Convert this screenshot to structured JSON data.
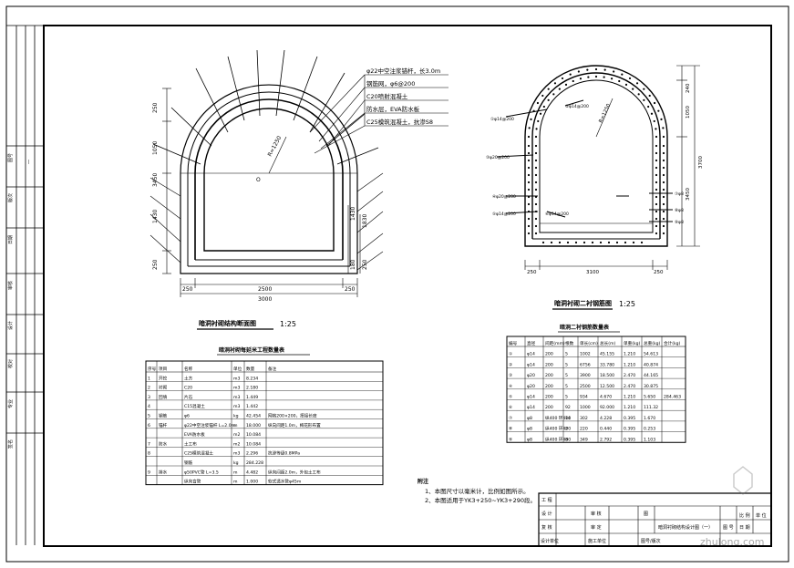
{
  "left_view": {
    "title": "暗洞衬砌结构断面图",
    "scale": "1:25",
    "legend": [
      "φ22中空注浆锚杆，长3.0m",
      "钢筋网，φ6@200",
      "C20喷射混凝土",
      "防水层，EVA防水板",
      "C25模筑混凝土，抗渗S8"
    ],
    "dims": {
      "width": "3000",
      "bottom_parts": [
        "250",
        "2500",
        "250"
      ],
      "side_top": "250",
      "side_mid": "1050",
      "side_total": "3450",
      "side_low": "1430",
      "side_base": "250",
      "right_a": "1430",
      "right_b": "1830",
      "right_c": "180",
      "right_d": "250",
      "radius": "R=1250",
      "center": "O"
    }
  },
  "left_table": {
    "title": "暗洞衬砌每延米工程数量表",
    "headers": [
      "序号",
      "项目",
      "名称",
      "单位",
      "数量",
      "备注"
    ],
    "rows": [
      [
        "1",
        "开挖",
        "土方",
        "m3",
        "8.234",
        ""
      ],
      [
        "2",
        "衬砌",
        "C20",
        "m3",
        "2.180",
        ""
      ],
      [
        "3",
        "回填",
        "片石",
        "m3",
        "1.449",
        ""
      ],
      [
        "4",
        "",
        "C15混凝土",
        "m3",
        "1.442",
        ""
      ],
      [
        "5",
        "钢筋",
        "φ6",
        "kg",
        "42.454",
        "网格200×200，搭接长度"
      ],
      [
        "6",
        "锚杆",
        "φ22中空注浆锚杆 L=2.0m",
        "m",
        "18.000",
        "纵向间距1.0m，梅花形布置"
      ],
      [
        "",
        "",
        "EVA防水板",
        "m2",
        "10.084",
        ""
      ],
      [
        "7",
        "防水",
        "土工布",
        "m2",
        "10.084",
        ""
      ],
      [
        "8",
        "",
        "C25模筑混凝土",
        "m3",
        "2.296",
        "抗渗等级0.8MPa"
      ],
      [
        "",
        "",
        "钢筋",
        "kg",
        "284.228",
        ""
      ],
      [
        "9",
        "排水",
        "φ50PVC管 L=3.5",
        "m",
        "4.482",
        "纵向间距2.0m，外包土工布"
      ],
      [
        "",
        "",
        "纵向盲管",
        "m",
        "1.000",
        "软式透水管φ45m"
      ]
    ]
  },
  "right_view": {
    "title": "暗洞衬砌二衬钢筋图",
    "scale": "1:25",
    "dims": {
      "width": "3100",
      "bottom_left": "250",
      "bottom_right": "250",
      "side_top": "240",
      "side_mid": "1050",
      "side_total": "3700",
      "side_low": "3450",
      "radius": "R=1250"
    },
    "bar_labels": [
      "①φ14@200",
      "②φ14@200",
      "③φ20@200",
      "④φ20@200",
      "⑤φ14@200",
      "⑥φ14@200",
      "⑦φ8",
      "⑧φ8",
      "⑨φ8"
    ]
  },
  "rebar_table": {
    "title": "暗洞二衬钢筋数量表",
    "headers": [
      "编号",
      "直径",
      "间距(mm)",
      "根数",
      "单长(cm)",
      "总长(m)",
      "单重(kg)",
      "总重(kg)",
      "合计(kg)"
    ],
    "rows": [
      [
        "①",
        "φ14",
        "200",
        "5",
        "1002",
        "45.155",
        "1.210",
        "54.613",
        ""
      ],
      [
        "②",
        "φ14",
        "200",
        "5",
        "6756",
        "33.780",
        "1.210",
        "40.874",
        ""
      ],
      [
        "③",
        "φ20",
        "200",
        "5",
        "3900",
        "18.500",
        "2.470",
        "44.165",
        ""
      ],
      [
        "④",
        "φ20",
        "200",
        "5",
        "2500",
        "12.500",
        "2.470",
        "30.875",
        ""
      ],
      [
        "⑤",
        "φ14",
        "200",
        "5",
        "934",
        "4.670",
        "1.210",
        "5.650",
        "284.463"
      ],
      [
        "⑥",
        "φ14",
        "200",
        "92",
        "1000",
        "92.000",
        "1.210",
        "111.32",
        ""
      ],
      [
        "⑦",
        "φ8",
        "纵400 环400",
        "14",
        "302",
        "4.228",
        "0.395",
        "1.670",
        ""
      ],
      [
        "⑧",
        "φ8",
        "纵400 环400",
        "2",
        "220",
        "0.440",
        "0.395",
        "0.253",
        ""
      ],
      [
        "⑨",
        "φ8",
        "纵400 环400",
        "8",
        "349",
        "2.792",
        "0.395",
        "1.103",
        ""
      ]
    ]
  },
  "notes": {
    "heading": "附注",
    "lines": [
      "1、本图尺寸以毫米计，比例如图所示。",
      "2、本图适用于YK3+250~YK3+290段。"
    ]
  },
  "title_block": {
    "row1": [
      "工 程",
      "",
      "",
      "",
      ""
    ],
    "row2": [
      "设 计",
      "",
      "审 核",
      "",
      "图",
      "暗洞衬砌结构设计图（一）",
      "图 号",
      "日 期"
    ],
    "row3": [
      "复 核",
      "",
      "审 定",
      "",
      "",
      "",
      "比 例",
      "单 位"
    ],
    "row4": [
      "设计单位",
      "",
      "施工单位",
      "",
      "图号/版次",
      ""
    ]
  },
  "side_strip": [
    "图号",
    "版次",
    "日期",
    "审核",
    "设计",
    "校对",
    "专业",
    "签名"
  ],
  "watermark": "zhulong.com"
}
